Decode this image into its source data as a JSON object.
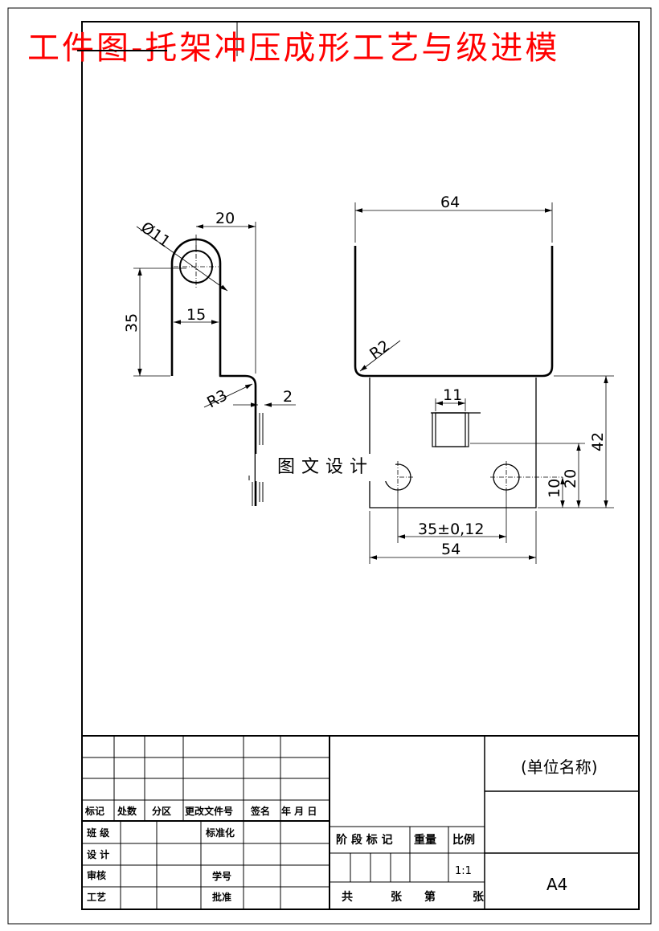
{
  "title": "工件图-托架冲压成形工艺与级进模",
  "watermark": "图文设计",
  "dimensions": {
    "side_width": "20",
    "side_hole": "Ø11",
    "side_height": "35",
    "side_inner": "15",
    "side_radius": "R3",
    "side_thickness": "2",
    "top_width": "64",
    "top_radius": "R2",
    "slot_width": "11",
    "height_total": "42",
    "hole_height": "20",
    "hole_low": "10",
    "hole_spacing": "35±0,12",
    "bottom_width": "54"
  },
  "title_block": {
    "rev_headers": [
      "标记",
      "处数",
      "分区",
      "更改文件号",
      "签名",
      "年 月 日"
    ],
    "class": "班 级",
    "design": "设 计",
    "review": "审核",
    "process": "工艺",
    "standardize": "标准化",
    "student_no": "学号",
    "approve": "批准",
    "stage_mark": "阶 段 标 记",
    "weight": "重量",
    "scale": "比例",
    "scale_value": "1:1",
    "total": "共",
    "sheets": "张",
    "sheet_no": "第",
    "sheet_unit": "张",
    "org_name": "(单位名称)",
    "paper_size": "A4"
  }
}
